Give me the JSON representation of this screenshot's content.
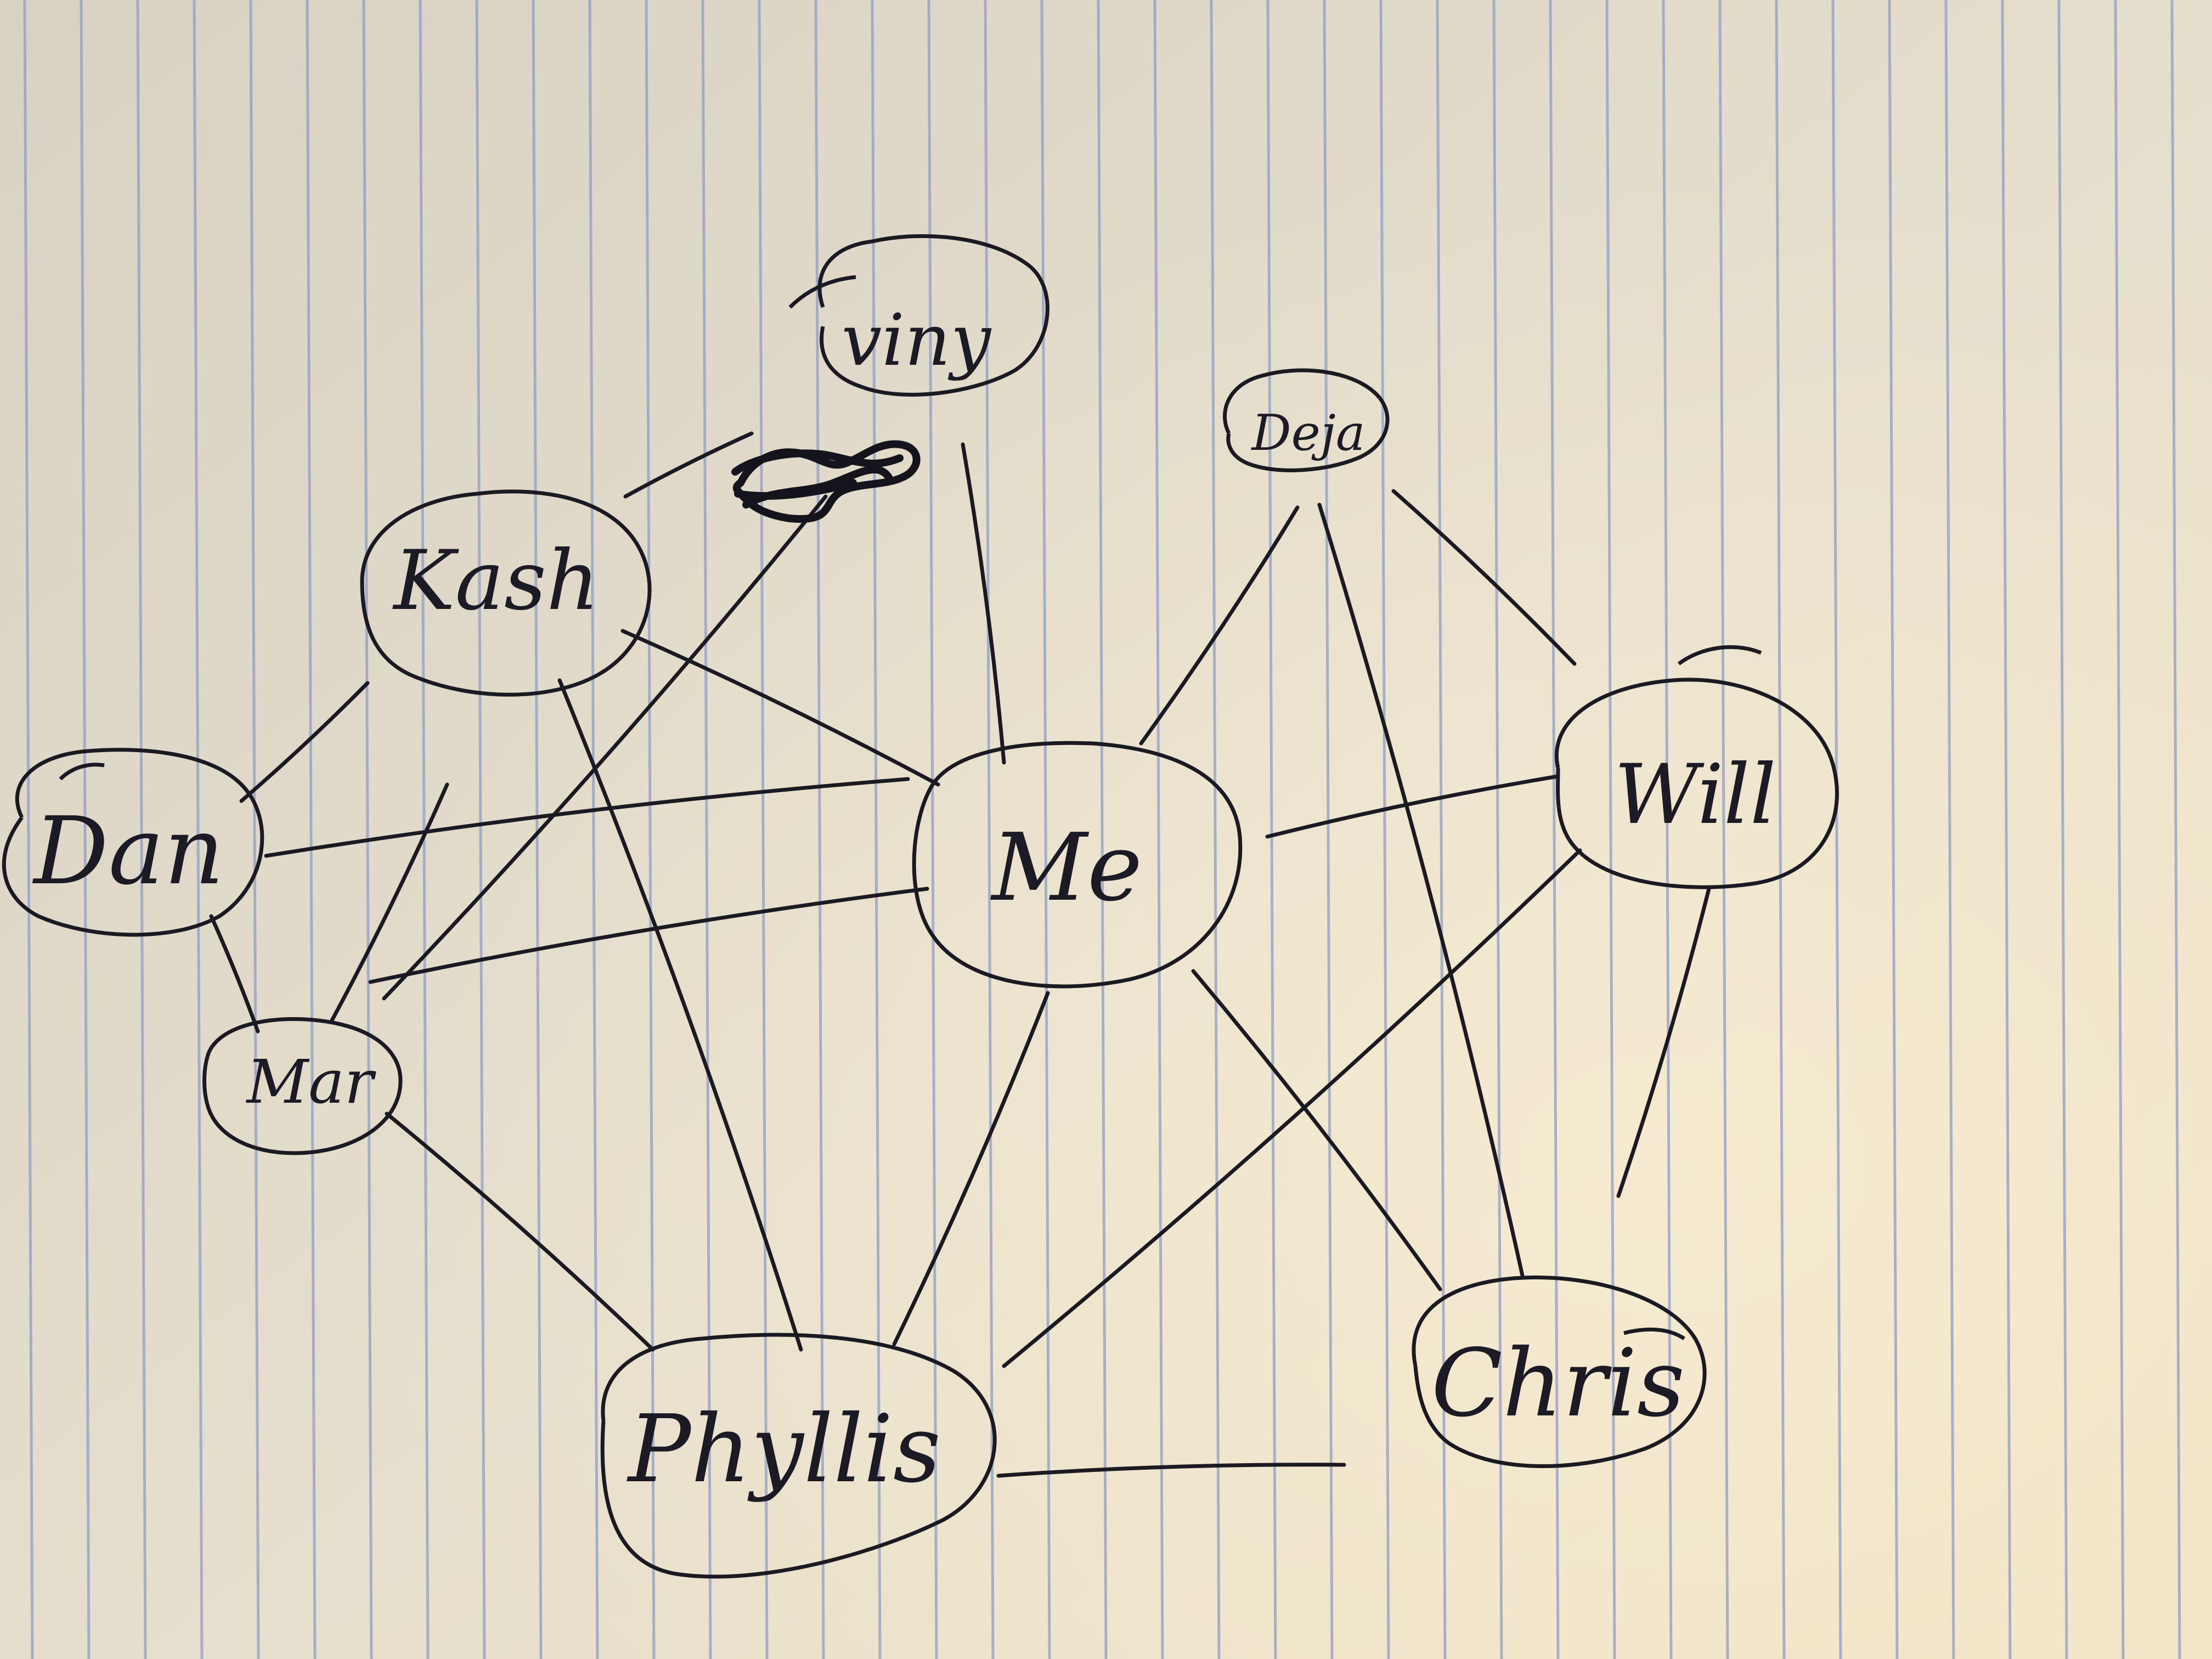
{
  "diagram": {
    "type": "hand-drawn network graph",
    "paper": "lined notebook paper",
    "ink_color": "#1b1a22",
    "line_color": "#8f9ec6",
    "nodes": [
      {
        "id": "viny",
        "label": "viny"
      },
      {
        "id": "deja",
        "label": "Deja"
      },
      {
        "id": "kash",
        "label": "Kash"
      },
      {
        "id": "dan",
        "label": "Dan"
      },
      {
        "id": "me",
        "label": "Me"
      },
      {
        "id": "will",
        "label": "Will"
      },
      {
        "id": "mar",
        "label": "Mar"
      },
      {
        "id": "phyllis",
        "label": "Phyllis"
      },
      {
        "id": "chris",
        "label": "Chris"
      }
    ],
    "edges": [
      {
        "from": "kash",
        "to": "viny"
      },
      {
        "from": "viny",
        "to": "mar"
      },
      {
        "from": "viny",
        "to": "me"
      },
      {
        "from": "kash",
        "to": "me"
      },
      {
        "from": "kash",
        "to": "dan"
      },
      {
        "from": "kash",
        "to": "mar"
      },
      {
        "from": "kash",
        "to": "phyllis"
      },
      {
        "from": "dan",
        "to": "me"
      },
      {
        "from": "dan",
        "to": "mar"
      },
      {
        "from": "mar",
        "to": "me"
      },
      {
        "from": "mar",
        "to": "phyllis"
      },
      {
        "from": "me",
        "to": "phyllis"
      },
      {
        "from": "me",
        "to": "chris"
      },
      {
        "from": "me",
        "to": "will"
      },
      {
        "from": "me",
        "to": "deja"
      },
      {
        "from": "deja",
        "to": "will"
      },
      {
        "from": "deja",
        "to": "chris"
      },
      {
        "from": "will",
        "to": "phyllis"
      },
      {
        "from": "will",
        "to": "chris"
      },
      {
        "from": "phyllis",
        "to": "chris"
      }
    ]
  }
}
